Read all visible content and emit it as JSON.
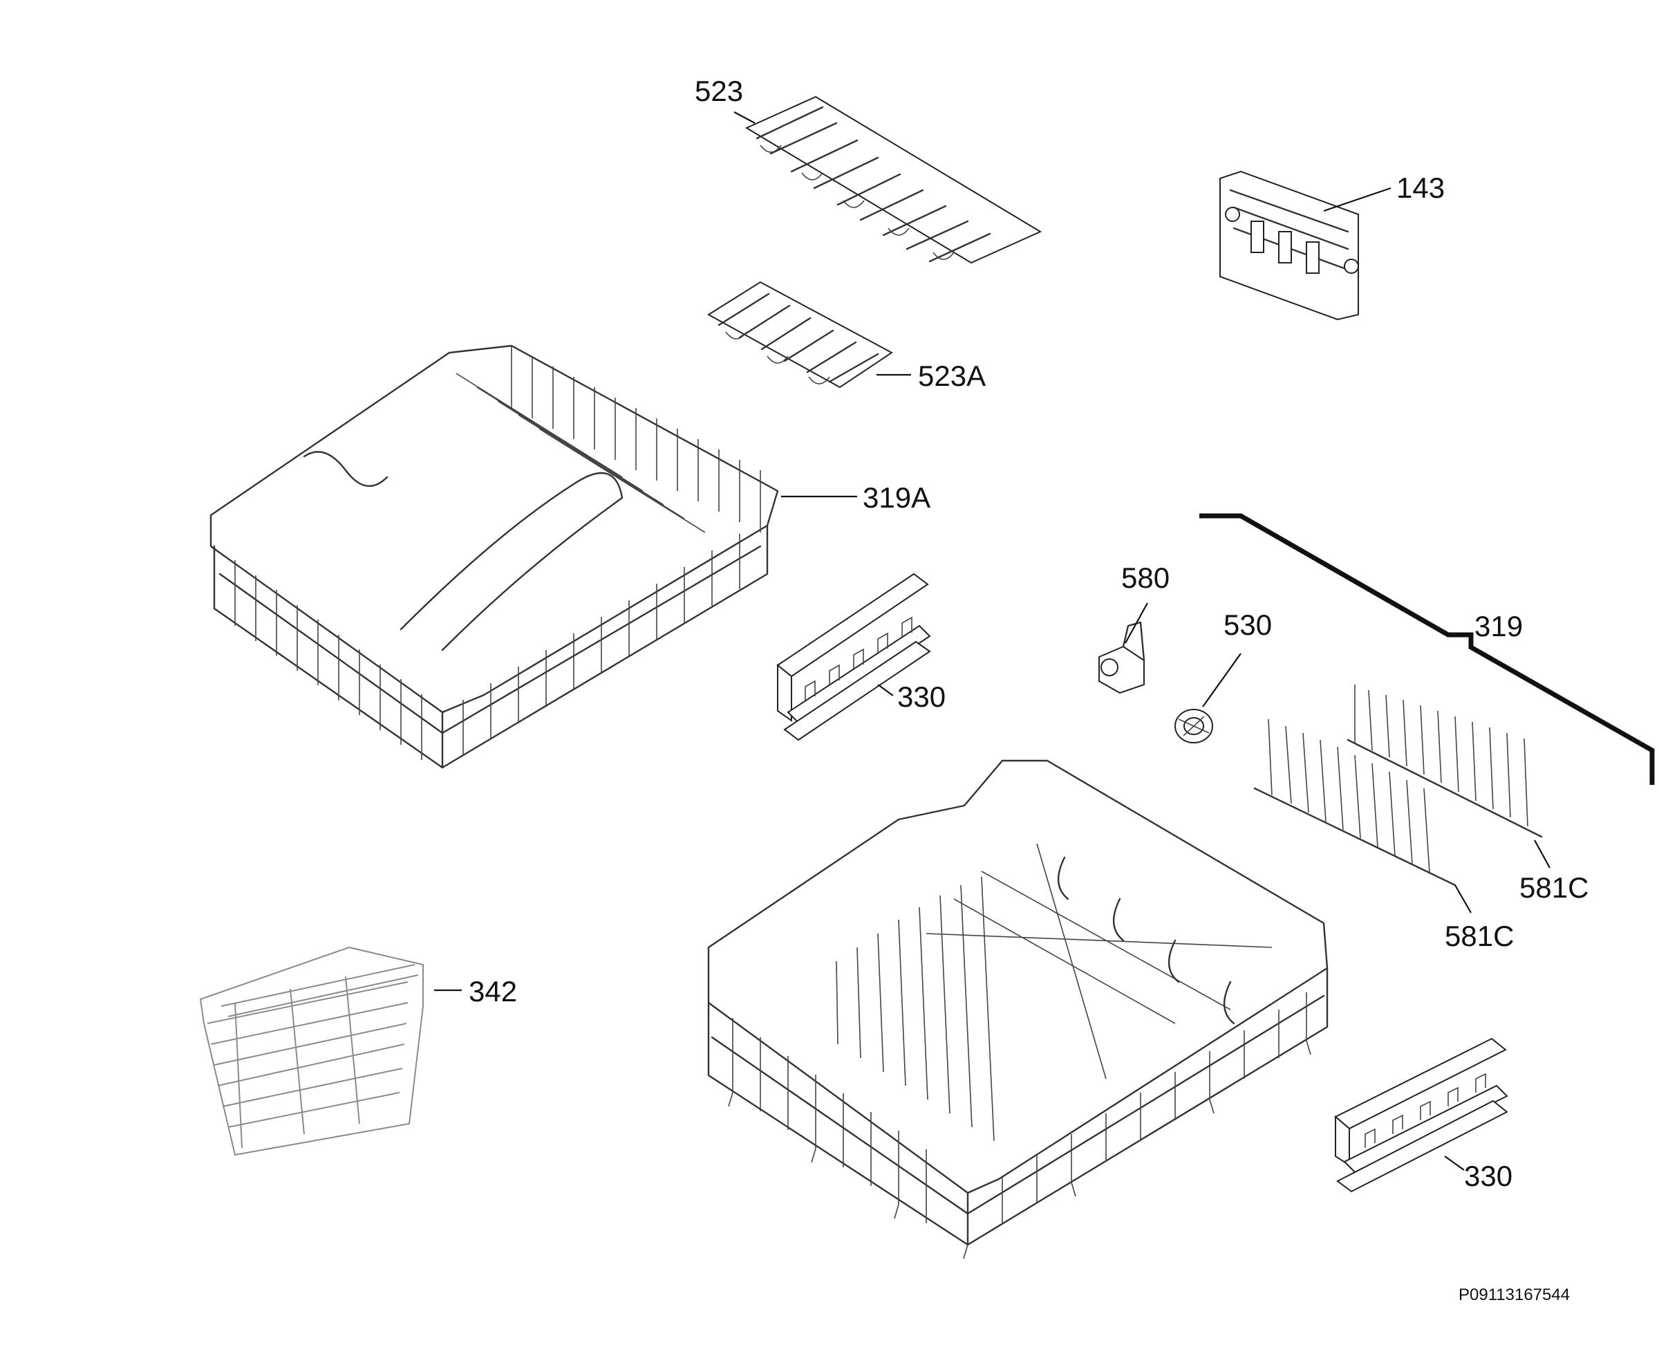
{
  "labels": {
    "p523": "523",
    "p523a": "523A",
    "p143": "143",
    "p319a": "319A",
    "p580": "580",
    "p530": "530",
    "p319": "319",
    "p330_upper": "330",
    "p330_lower": "330",
    "p342": "342",
    "p581c_right": "581C",
    "p581c_left": "581C"
  },
  "document_code": "P09113167544"
}
